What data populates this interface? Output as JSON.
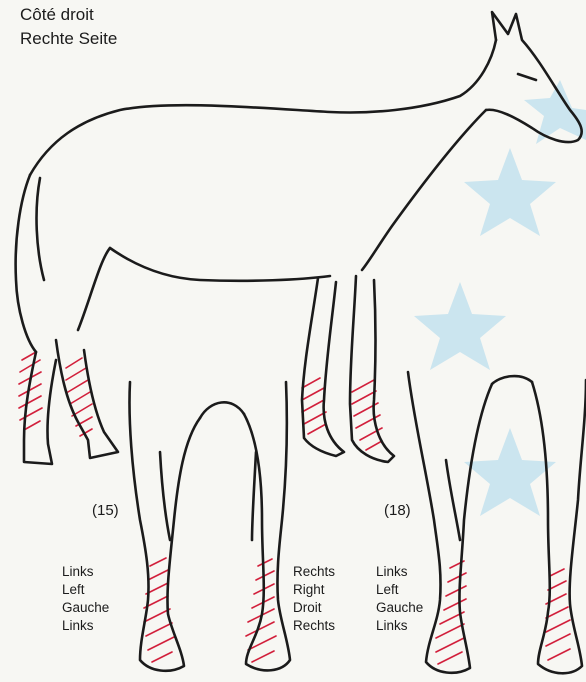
{
  "header": {
    "line1": "Côté droit",
    "line2": "Rechte Seite"
  },
  "figures": [
    {
      "number": "(15)",
      "left_labels": [
        "Links",
        "Left",
        "Gauche",
        "Links"
      ],
      "right_labels": [
        "Rechts",
        "Right",
        "Droit",
        "Rechts"
      ]
    },
    {
      "number": "(18)",
      "left_labels": [
        "Links",
        "Left",
        "Gauche",
        "Links"
      ]
    }
  ],
  "colors": {
    "outline": "#1b1b1b",
    "hatching": "#d2203c",
    "background_star": "#bfe0ee",
    "paper": "#f7f7f3"
  }
}
